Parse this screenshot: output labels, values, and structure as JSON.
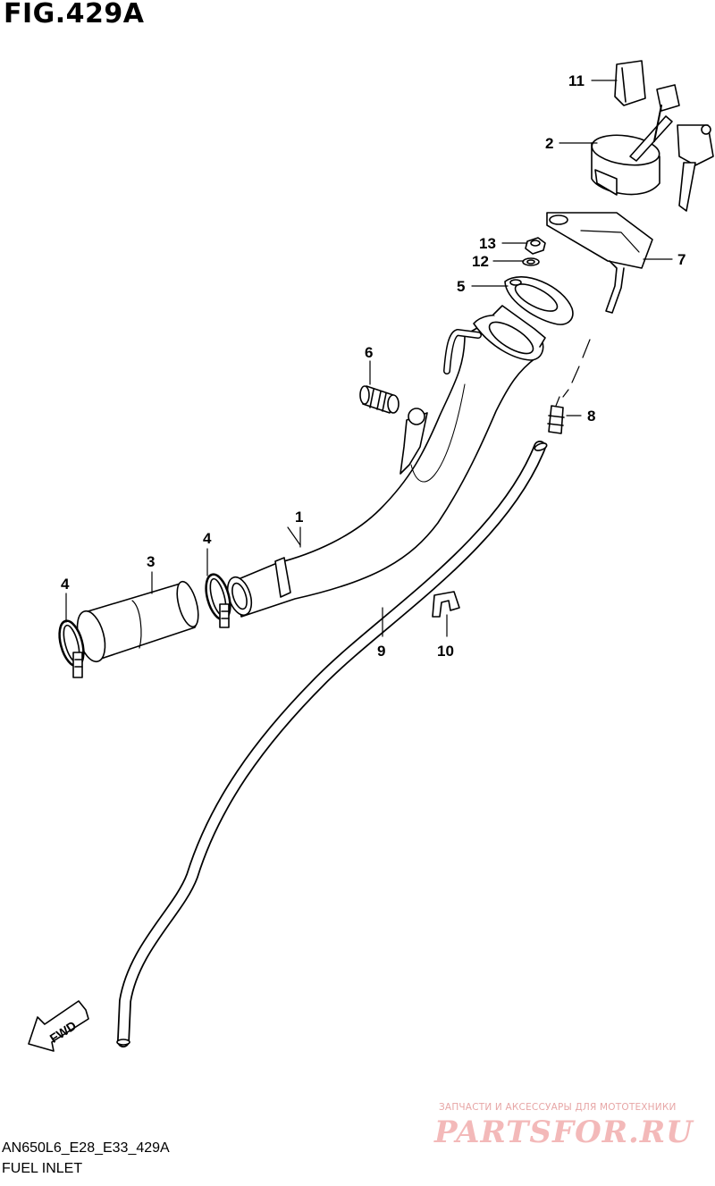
{
  "figure": {
    "title": "FIG.429A",
    "model_code": "AN650L6_E28_E33_429A",
    "section_name": "FUEL INLET",
    "fwd_label": "FWD"
  },
  "callouts": [
    {
      "id": "1",
      "label": "1"
    },
    {
      "id": "2",
      "label": "2"
    },
    {
      "id": "3",
      "label": "3"
    },
    {
      "id": "4a",
      "label": "4"
    },
    {
      "id": "4b",
      "label": "4"
    },
    {
      "id": "5",
      "label": "5"
    },
    {
      "id": "6",
      "label": "6"
    },
    {
      "id": "7",
      "label": "7"
    },
    {
      "id": "8",
      "label": "8"
    },
    {
      "id": "9",
      "label": "9"
    },
    {
      "id": "10",
      "label": "10"
    },
    {
      "id": "11",
      "label": "11"
    },
    {
      "id": "12",
      "label": "12"
    },
    {
      "id": "13",
      "label": "13"
    }
  ],
  "watermark": {
    "line1": "ЗАПЧАСТИ И АКСЕССУАРЫ ДЛЯ МОТОТЕХНИКИ",
    "line2": "PARTSFOR.RU"
  }
}
